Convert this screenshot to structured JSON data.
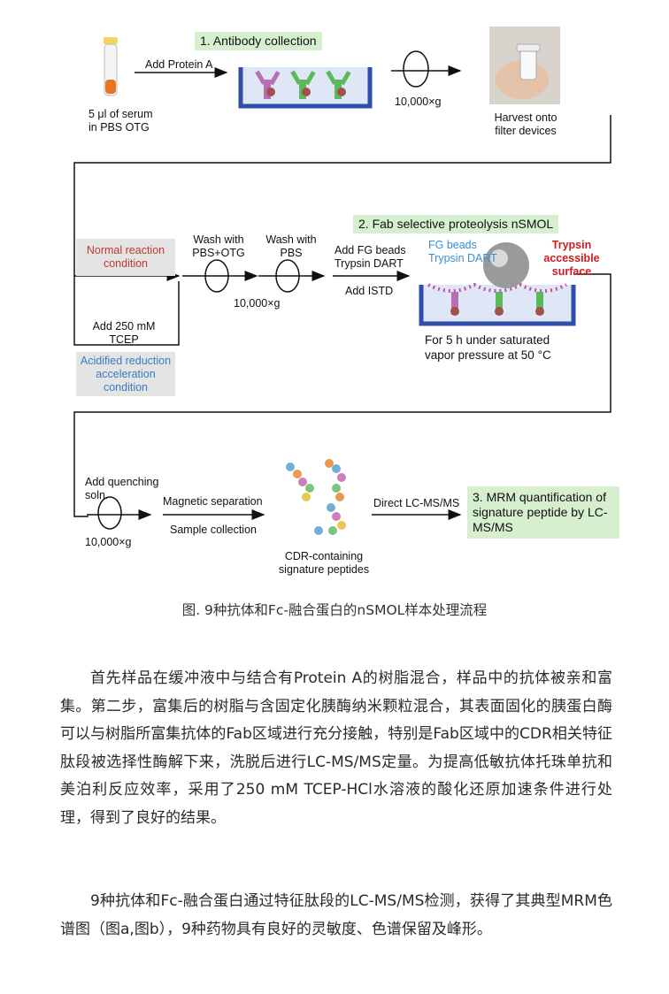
{
  "figure": {
    "step1": "1. Antibody collection",
    "step2": "2. Fab selective proteolysis nSMOL",
    "step3": "3. MRM quantification of signature peptide by LC-MS/MS",
    "serum": [
      "5 μl of serum",
      "in PBS OTG"
    ],
    "add_protein_a": "Add Protein A",
    "speed": "10,000×g",
    "harvest": [
      "Harvest onto",
      "filter devices"
    ],
    "normal_condition": [
      "Normal reaction",
      "condition"
    ],
    "acid_condition": [
      "Acidified reduction",
      "acceleration",
      "condition"
    ],
    "add_tcep": [
      "Add 250 mM",
      "TCEP"
    ],
    "wash1": [
      "Wash with",
      "PBS+OTG"
    ],
    "wash2": [
      "Wash with",
      "PBS"
    ],
    "add_fg": [
      "Add FG beads",
      "Trypsin DART"
    ],
    "add_istd": "Add ISTD",
    "fg_beads": [
      "FG beads",
      "Trypsin DART"
    ],
    "trypsin": [
      "Trypsin",
      "accessible",
      "surface"
    ],
    "incubation": [
      "For 5 h under saturated",
      "vapor pressure at 50 °C"
    ],
    "quench": [
      "Add quenching",
      "soln."
    ],
    "magnetic": "Magnetic separation",
    "sample": "Sample collection",
    "direct": "Direct LC-MS/MS",
    "cdr": [
      "CDR-containing",
      "signature peptides"
    ],
    "colors": {
      "green_box": "#d6efcf",
      "red": "#d0181f",
      "blue": "#3a8fd0",
      "tray": "#2f4fa8"
    }
  },
  "caption": "图. 9种抗体和Fc-融合蛋白的nSMOL样本处理流程",
  "paragraphs": [
    "首先样品在缓冲液中与结合有Protein A的树脂混合，样品中的抗体被亲和富集。第二步，富集后的树脂与含固定化胰酶纳米颗粒混合，其表面固化的胰蛋白酶可以与树脂所富集抗体的Fab区域进行充分接触，特别是Fab区域中的CDR相关特征肽段被选择性酶解下来，洗脱后进行LC-MS/MS定量。为提高低敏抗体托珠单抗和美泊利反应效率，采用了250 mM TCEP-HCl水溶液的酸化还原加速条件进行处理，得到了良好的结果。",
    "9种抗体和Fc-融合蛋白通过特征肽段的LC-MS/MS检测，获得了其典型MRM色谱图（图a,图b），9种药物具有良好的灵敏度、色谱保留及峰形。"
  ]
}
